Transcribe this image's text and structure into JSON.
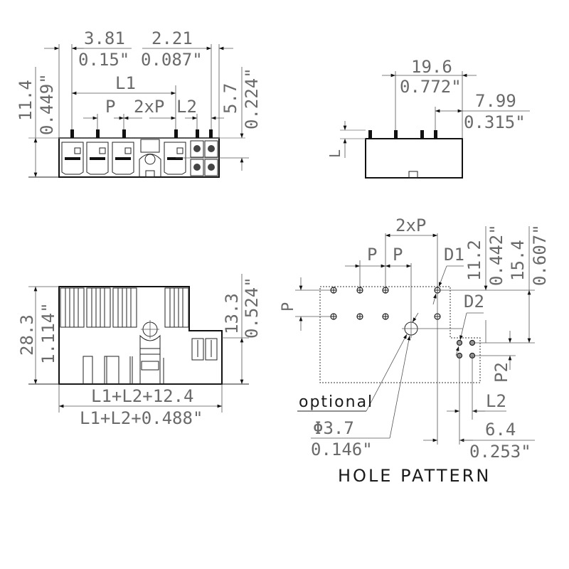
{
  "drawing": {
    "colors": {
      "line": "#222222",
      "text": "#6a6a6a",
      "title": "#1a1a1a",
      "background": "#ffffff"
    },
    "front_view": {
      "dim_top_left": {
        "mm": "3.81",
        "inch": "0.15\""
      },
      "dim_top_right": {
        "mm": "2.21",
        "inch": "0.087\""
      },
      "label_l1": "L1",
      "label_p": "P",
      "label_2xp": "2xP",
      "label_l2": "L2",
      "dim_height": {
        "mm": "11.4",
        "inch": "0.449\""
      },
      "dim_right": {
        "mm": "5.7",
        "inch": "0.224\""
      }
    },
    "side_view": {
      "dim_width": {
        "mm": "19.6",
        "inch": "0.772\""
      },
      "dim_offset": {
        "mm": "7.99",
        "inch": "0.315\""
      },
      "label_l": "L"
    },
    "bottom_view": {
      "dim_height": {
        "mm": "28.3",
        "inch": "1.114\""
      },
      "dim_right": {
        "mm": "13.3",
        "inch": "0.524\""
      },
      "dim_width": {
        "mm": "L1+L2+12.4",
        "inch": "L1+L2+0.488\""
      }
    },
    "hole_pattern": {
      "title": "HOLE PATTERN",
      "label_2xp": "2xP",
      "label_p1": "P",
      "label_p2": "P",
      "label_p_vertical": "P",
      "label_d1": "D1",
      "label_d2": "D2",
      "label_p2_vertical": "P2",
      "label_l2": "L2",
      "dim_11_2": {
        "mm": "11.2",
        "inch": "0.442\""
      },
      "dim_15_4": {
        "mm": "15.4",
        "inch": "0.607\""
      },
      "optional_label": "optional",
      "dim_diameter": {
        "mm": "Φ3.7",
        "inch": "0.146\""
      },
      "dim_6_4": {
        "mm": "6.4",
        "inch": "0.253\""
      }
    }
  }
}
